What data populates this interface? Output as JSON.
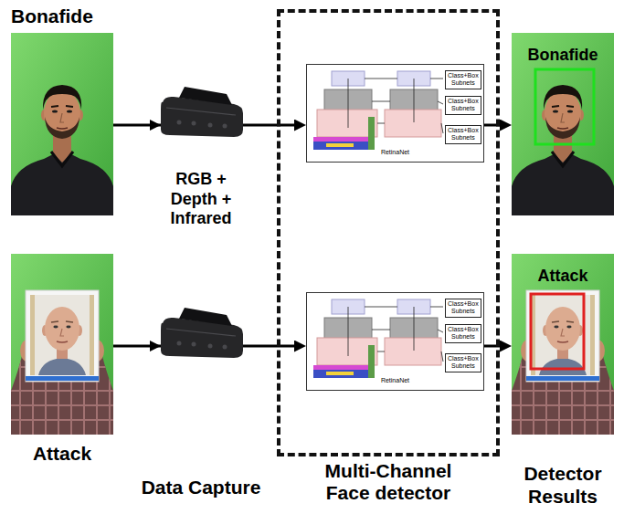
{
  "diagram": {
    "nodes": [
      {
        "text": [
          "Bonafide"
        ]
      },
      {
        "text": [
          "Multi-Channel Face detector"
        ]
      },
      {
        "text": [
          "RetinaNet"
        ],
        "in": 1
      },
      {
        "text": [
          "Class+Box Subnets"
        ],
        "in": 2
      },
      {
        "text": [
          "Class+Box Subnets"
        ],
        "in": 2
      },
      {
        "text": [
          "Class+Box Subnets"
        ],
        "in": 2
      },
      {
        "text": [
          "Bonafide"
        ]
      },
      {
        "text": [
          "Attack"
        ]
      },
      {
        "text": [
          "RetinaNet"
        ],
        "in": 1
      },
      {
        "text": [
          "Class+Box Subnets"
        ],
        "in": 8
      },
      {
        "text": [
          "Class+Box Subnets"
        ],
        "in": 8
      },
      {
        "text": [
          "Class+Box Subnets"
        ],
        "in": 8
      },
      {
        "text": [
          "Attack"
        ]
      }
    ],
    "edges": [
      {
        "from": 0,
        "to": 2,
        "arrow": "to"
      },
      {
        "from": 2,
        "to": 6,
        "arrow": "to"
      },
      {
        "from": 7,
        "to": 8,
        "arrow": "to"
      },
      {
        "from": 8,
        "to": 12,
        "arrow": "to"
      }
    ],
    "labels": [
      "RGB + Depth + Infrared",
      "Data Capture",
      "Detector Results"
    ]
  }
}
